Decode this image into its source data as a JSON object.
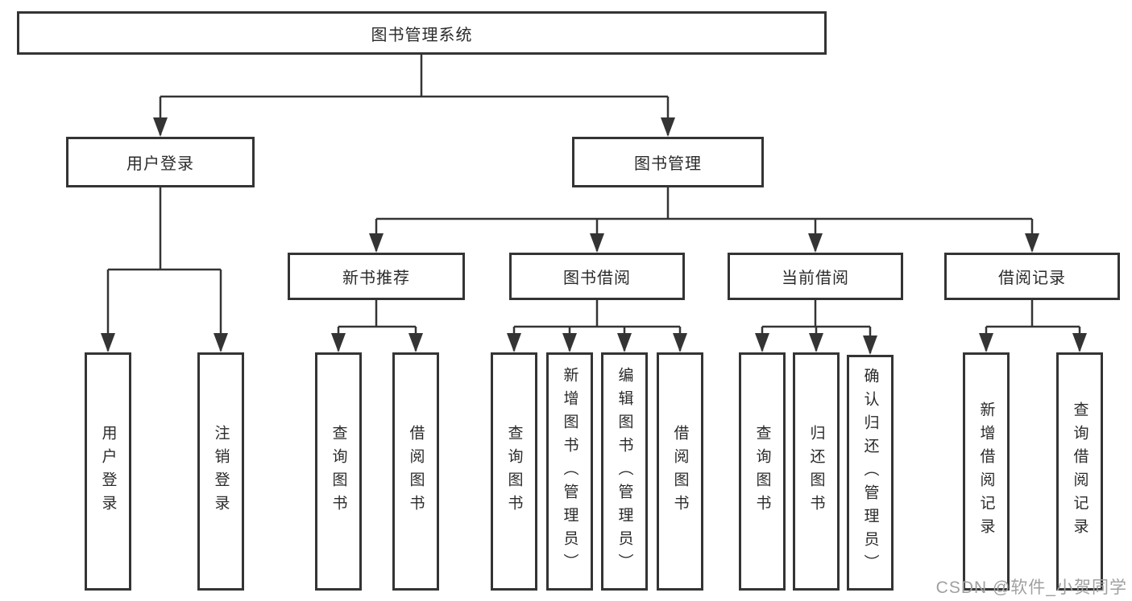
{
  "tree": {
    "root": {
      "label": "图书管理系统"
    },
    "branches": [
      {
        "label": "用户登录",
        "children": [
          {
            "label": "用户登录"
          },
          {
            "label": "注销登录"
          }
        ]
      },
      {
        "label": "图书管理",
        "children": [
          {
            "label": "新书推荐",
            "children": [
              {
                "label": "查询图书"
              },
              {
                "label": "借阅图书"
              }
            ]
          },
          {
            "label": "图书借阅",
            "children": [
              {
                "label": "查询图书"
              },
              {
                "label": "新增图书（管理员）"
              },
              {
                "label": "编辑图书（管理员）"
              },
              {
                "label": "借阅图书"
              }
            ]
          },
          {
            "label": "当前借阅",
            "children": [
              {
                "label": "查询图书"
              },
              {
                "label": "归还图书"
              },
              {
                "label": "确认归还（管理员）"
              }
            ]
          },
          {
            "label": "借阅记录",
            "children": [
              {
                "label": "新增借阅记录"
              },
              {
                "label": "查询借阅记录"
              }
            ]
          }
        ]
      }
    ]
  },
  "watermark": {
    "text": "CSDN @软件_小贺同学"
  },
  "colors": {
    "box_border": "#343434",
    "connector_line": "#343434",
    "text": "#2b2b2b",
    "background": "#ffffff",
    "watermark": "#a0a0a0"
  }
}
